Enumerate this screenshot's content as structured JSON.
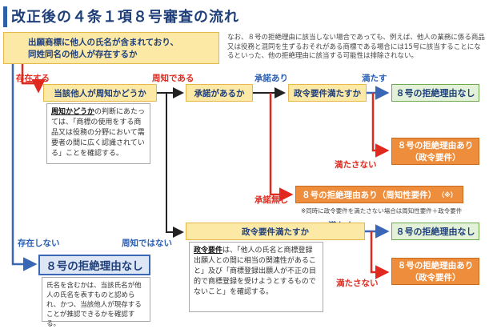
{
  "title": "改正後の４条１項８号審査の流れ",
  "start_question": {
    "line1": "出願商標に他人の氏名が含まれており、",
    "line2": "同姓同名の他人が存在するか"
  },
  "top_note": "なお、８号の拒絶理由に該当しない場合であっても、例えば、他人の業務に係る商品又は役務と混同を生ずるおそれがある商標である場合には15号に該当することになるといった、他の拒絶理由に該当する可能性は排除されない。",
  "labels": {
    "exists": "存在する",
    "not_exists": "存在しない",
    "known": "周知である",
    "not_known": "周知ではない",
    "consent_yes": "承諾あり",
    "consent_no": "承諾無し",
    "satisfies_1": "満たす",
    "not_satisfies_1": "満たさない",
    "satisfies_2": "満たす",
    "not_satisfies_2": "満たさない"
  },
  "nodes": {
    "is_known": "当該他人が周知かどうか",
    "consent": "承諾があるか",
    "gov_req_1": "政令要件満たすか",
    "gov_req_2": "政令要件満たすか",
    "no_reason_1": "８号の拒絶理由なし",
    "reason_gov_1_line1": "８号の拒絶理由あり",
    "reason_gov_1_line2": "（政令要件）",
    "reason_known": "８号の拒絶理由あり（周知性要件）",
    "reason_known_mark": "（※）",
    "no_reason_main": "８号の拒絶理由なし",
    "no_reason_2": "８号の拒絶理由なし",
    "reason_gov_2_line1": "８号の拒絶理由あり",
    "reason_gov_2_line2": "（政令要件）"
  },
  "descriptions": {
    "known_term": "周知かどうか",
    "known_text": "の判断にあたっては、「商標の使用をする商品又は役務の分野において需要者の間に広く認識されている」ことを確認する。",
    "gov_term": "政令要件",
    "gov_text": "は、「他人の氏名と商標登録出願人との間に相当の関連性があること」及び「商標登録出願人が不正の目的で商標登録を受けようとするものでないこと」を確認する。",
    "name_text": "氏名を含むかは、当該氏名が他人の氏名を表すものと認められ、かつ、当該他人が現存することが推認できるかを確認する。"
  },
  "footnote": "※同時に政令要件を満たさない場合は周知性要件＋政令要件",
  "colors": {
    "red_arrow": "#e02a1f",
    "blue_arrow": "#3a66b6",
    "black_arrow": "#222222"
  }
}
